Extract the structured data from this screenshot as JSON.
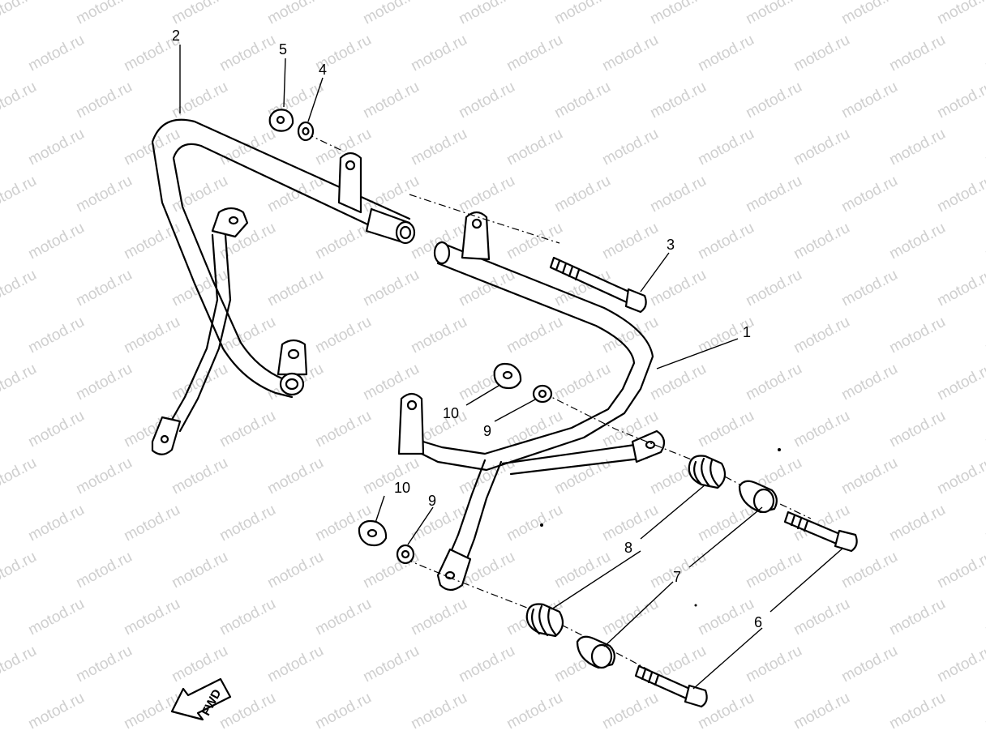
{
  "watermark": {
    "text": "motod.ru",
    "color": "#cfcfcf"
  },
  "fwd_marker": {
    "label": "FWD"
  },
  "callouts": [
    {
      "id": "c2",
      "label": "2"
    },
    {
      "id": "c5",
      "label": "5"
    },
    {
      "id": "c4",
      "label": "4"
    },
    {
      "id": "c3",
      "label": "3"
    },
    {
      "id": "c1",
      "label": "1"
    },
    {
      "id": "c10a",
      "label": "10"
    },
    {
      "id": "c9a",
      "label": "9"
    },
    {
      "id": "c10b",
      "label": "10"
    },
    {
      "id": "c9b",
      "label": "9"
    },
    {
      "id": "c8",
      "label": "8"
    },
    {
      "id": "c7",
      "label": "7"
    },
    {
      "id": "c6",
      "label": "6"
    }
  ]
}
